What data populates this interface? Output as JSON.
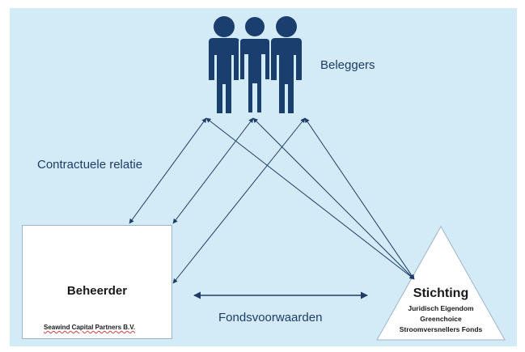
{
  "investors": {
    "label": "Beleggers",
    "icon": "three-people-icon",
    "icon_color": "#1a3f6e"
  },
  "relation": {
    "label": "Contractuele relatie"
  },
  "manager": {
    "title": "Beheerder",
    "company": "Seawind Capital Partners B.V."
  },
  "foundation": {
    "title": "Stichting",
    "lines": [
      "Juridisch Eigendom",
      "Greenchoice",
      "Stroomversnellers Fonds"
    ]
  },
  "conditions": {
    "label": "Fondsvoorwaarden"
  },
  "colors": {
    "background": "#d3eaf7",
    "arrow": "#1f3c66",
    "text": "#1f3c66"
  }
}
